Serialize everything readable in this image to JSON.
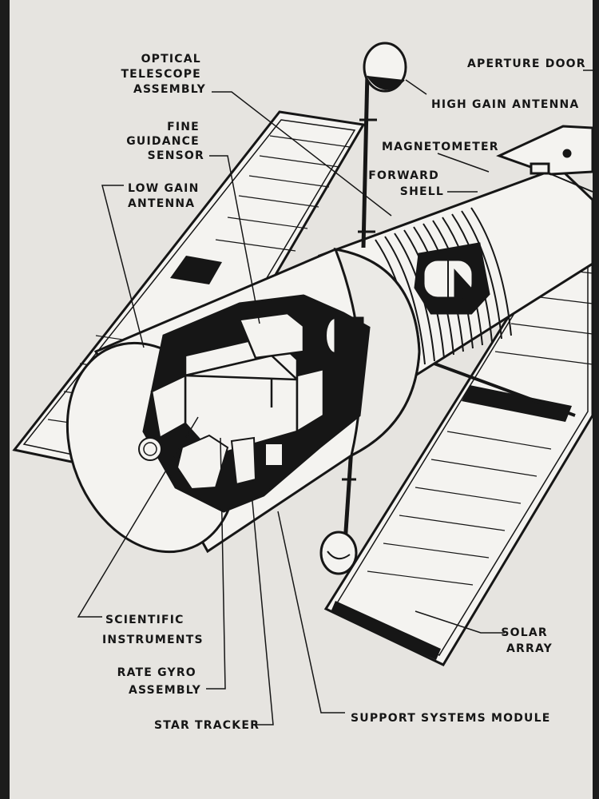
{
  "labels": {
    "optical_telescope_assembly": [
      "OPTICAL",
      "TELESCOPE",
      "ASSEMBLY"
    ],
    "fine_guidance_sensor": [
      "FINE",
      "GUIDANCE",
      "SENSOR"
    ],
    "low_gain_antenna": [
      "LOW GAIN",
      "ANTENNA"
    ],
    "aperture_door": "APERTURE DOOR",
    "high_gain_antenna": "HIGH GAIN ANTENNA",
    "magnetometer": "MAGNETOMETER",
    "forward_shell": [
      "FORWARD",
      "SHELL"
    ],
    "scientific_instruments": [
      "SCIENTIFIC",
      "INSTRUMENTS"
    ],
    "rate_gyro_assembly": [
      "RATE GYRO",
      "ASSEMBLY"
    ],
    "star_tracker": "STAR TRACKER",
    "support_systems_module": "SUPPORT SYSTEMS MODULE",
    "solar_array": [
      "SOLAR",
      "ARRAY"
    ]
  },
  "colors": {
    "ink": "#161616",
    "paper": "#e6e4e0",
    "edge": "#1c1c1c",
    "light": "#f4f3f0"
  }
}
